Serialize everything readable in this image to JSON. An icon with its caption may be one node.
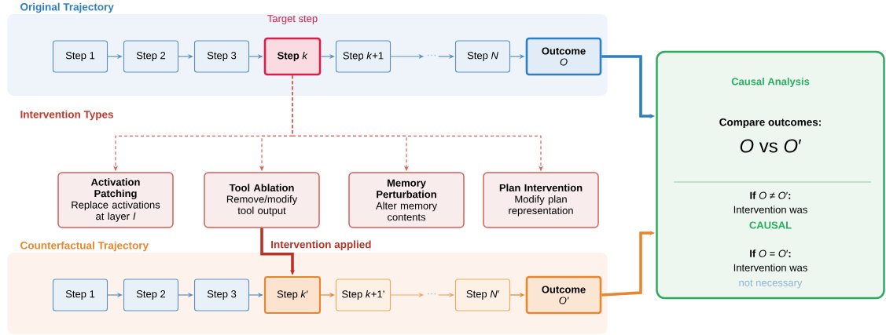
{
  "diagram": {
    "nodes": [
      {
        "text": [
          "Original Trajectory"
        ]
      },
      {
        "text": [
          "Step 1"
        ],
        "in": 0
      },
      {
        "text": [
          "Step 2"
        ],
        "in": 0
      },
      {
        "text": [
          "Step 3"
        ],
        "in": 0
      },
      {
        "text": [
          "**Step** *k*"
        ],
        "in": 0,
        "beside": [
          "Target step"
        ]
      },
      {
        "text": [
          "Step *k*+1"
        ],
        "in": 0
      },
      {
        "text": [
          "···"
        ],
        "in": 0
      },
      {
        "text": [
          "Step *N*"
        ],
        "in": 0
      },
      {
        "text": [
          "Outcome",
          "O"
        ],
        "in": 0
      },
      {
        "text": [
          "Activation Patching",
          "Replace activations at layer *l*"
        ]
      },
      {
        "text": [
          "Tool Ablation",
          "Remove/modify tool output"
        ]
      },
      {
        "text": [
          "Memory Perturbation",
          "Alter memory contents"
        ]
      },
      {
        "text": [
          "Plan Intervention",
          "Modify plan representation"
        ]
      },
      {
        "text": [
          "Counterfactual Trajectory"
        ]
      },
      {
        "text": [
          "Step 1"
        ],
        "in": 13
      },
      {
        "text": [
          "Step 2"
        ],
        "in": 13
      },
      {
        "text": [
          "Step 3"
        ],
        "in": 13
      },
      {
        "text": [
          "Step *k*′"
        ],
        "in": 13
      },
      {
        "text": [
          "Step *k*+1’"
        ],
        "in": 13
      },
      {
        "text": [
          "···"
        ],
        "in": 13
      },
      {
        "text": [
          "Step *N*′"
        ],
        "in": 13
      },
      {
        "text": [
          "Outcome",
          "O′"
        ],
        "in": 13
      },
      {
        "text": [
          "Causal Analysis",
          "Compare outcomes:",
          "*O* vs *O*′",
          "**If** *O* ≠ *O*′**:**",
          "Intervention was",
          "CAUSAL",
          "**If** *O* = *O*′**:**",
          "Intervention was",
          "not necessary"
        ]
      }
    ],
    "edges": [
      {
        "from": 1,
        "to": 2,
        "arrow": "to"
      },
      {
        "from": 2,
        "to": 3,
        "arrow": "to"
      },
      {
        "from": 3,
        "to": 4,
        "arrow": "to"
      },
      {
        "from": 4,
        "to": 5,
        "arrow": "to"
      },
      {
        "from": 5,
        "to": 6,
        "arrow": "to"
      },
      {
        "from": 6,
        "to": 7,
        "arrow": "to"
      },
      {
        "from": 7,
        "to": 8,
        "arrow": "to"
      },
      {
        "from": 8,
        "to": 22,
        "arrow": "to",
        "style": "thick",
        "color": "#2e7fbf"
      },
      {
        "from": 4,
        "to": 9,
        "arrow": "to",
        "style": "dashed",
        "color": "#d9645a"
      },
      {
        "from": 4,
        "to": 10,
        "arrow": "to",
        "style": "dashed",
        "color": "#d9645a"
      },
      {
        "from": 4,
        "to": 11,
        "arrow": "to",
        "style": "dashed",
        "color": "#d9645a"
      },
      {
        "from": 4,
        "to": 12,
        "arrow": "to",
        "style": "dashed",
        "color": "#d9645a"
      },
      {
        "from": 10,
        "to": 17,
        "arrow": "to",
        "style": "thick",
        "color": "#b83228",
        "label": "Intervention applied"
      },
      {
        "from": 14,
        "to": 15,
        "arrow": "to"
      },
      {
        "from": 15,
        "to": 16,
        "arrow": "to"
      },
      {
        "from": 16,
        "to": 17,
        "arrow": "to"
      },
      {
        "from": 17,
        "to": 18,
        "arrow": "to",
        "color": "#e8862e"
      },
      {
        "from": 18,
        "to": 19,
        "arrow": "to",
        "color": "#f0a860"
      },
      {
        "from": 19,
        "to": 20,
        "arrow": "to",
        "color": "#f0a860"
      },
      {
        "from": 20,
        "to": 21,
        "arrow": "to",
        "color": "#e8862e"
      },
      {
        "from": 21,
        "to": 22,
        "arrow": "to",
        "style": "thick",
        "color": "#e8862e"
      }
    ],
    "labels": [
      "Intervention Types"
    ]
  }
}
